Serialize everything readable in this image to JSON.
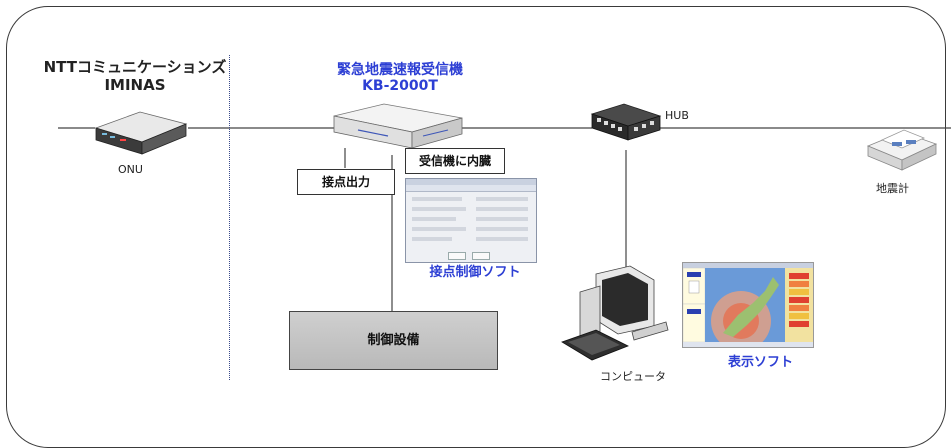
{
  "labels": {
    "onu_provider": "NTTコミュニケーションズ",
    "onu_service": "IMINAS",
    "receiver_title": "緊急地震速報受信機",
    "receiver_model": "KB-2000T",
    "hub": "HUB",
    "onu": "ONU",
    "seismometer": "地震計",
    "computer": "コンピュータ",
    "contact_output": "接点出力",
    "built_in_receiver": "受信機に内臓",
    "contact_control_software": "接点制御ソフト",
    "control_equipment": "制御設備",
    "display_software": "表示ソフト"
  },
  "icons": {
    "onu": "onu-device-icon",
    "receiver": "receiver-device-icon",
    "hub": "hub-device-icon",
    "seismometer": "seismometer-icon",
    "computer": "computer-icon"
  },
  "colors": {
    "accent_text": "#2d3fd4",
    "frame": "#3a3a3a",
    "control_box": "#c4c4c4"
  }
}
